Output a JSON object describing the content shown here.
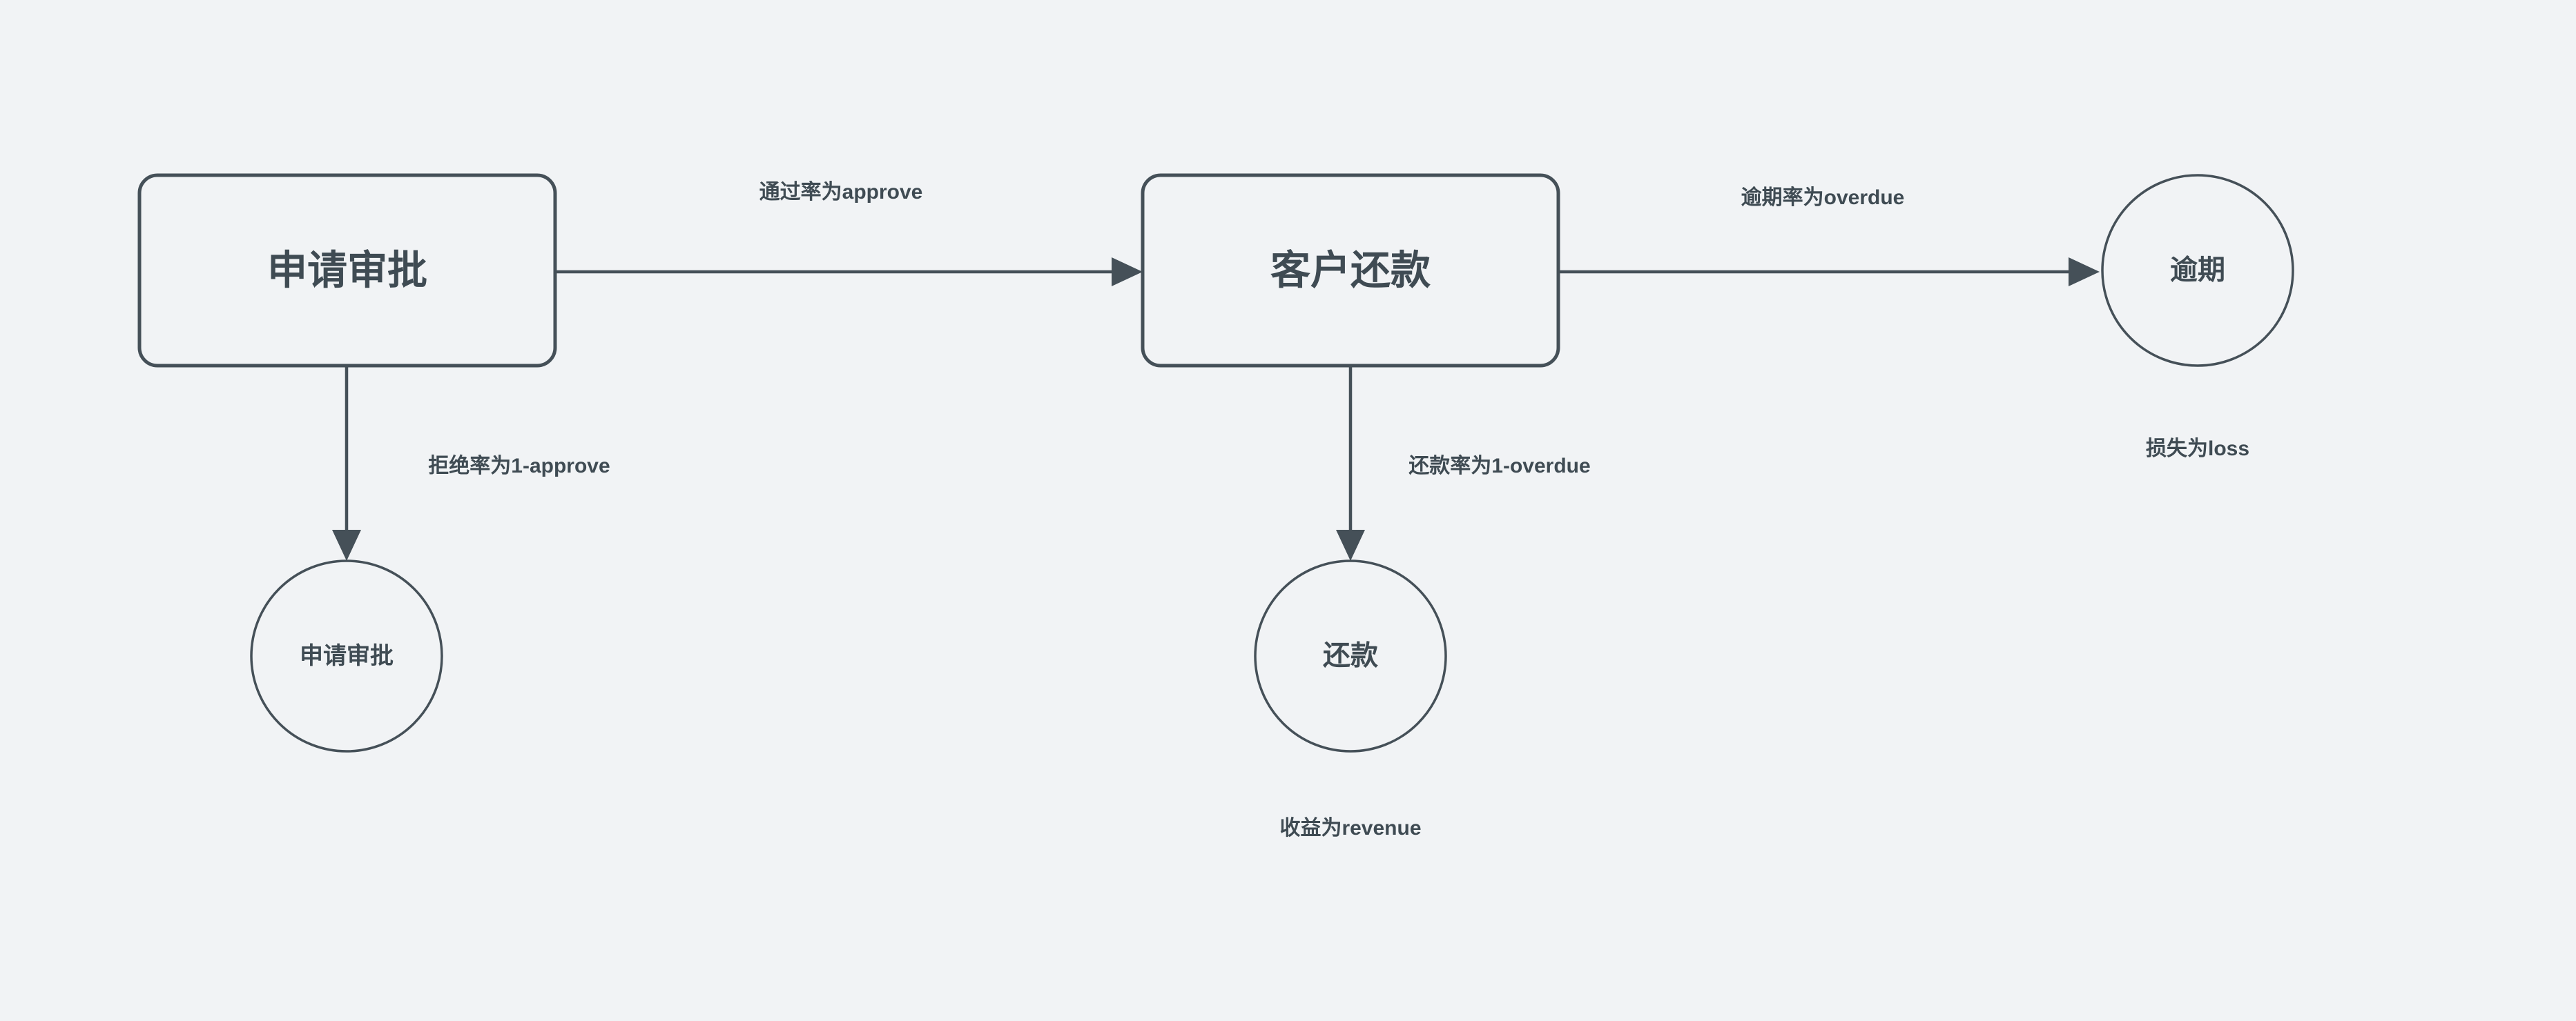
{
  "diagram": {
    "background_color": "#f1f3f5",
    "stroke_color": "#455058",
    "text_color": "#3f4b53",
    "nodes": [
      {
        "id": "apply-review",
        "label": "申请审批",
        "shape": "rounded-rect"
      },
      {
        "id": "customer-repay",
        "label": "客户还款",
        "shape": "rounded-rect"
      },
      {
        "id": "apply-review-end",
        "label": "申请审批",
        "shape": "circle"
      },
      {
        "id": "repayment-end",
        "label": "还款",
        "shape": "circle"
      },
      {
        "id": "overdue-end",
        "label": "逾期",
        "shape": "circle"
      }
    ],
    "edges": [
      {
        "id": "approve-edge",
        "from": "apply-review",
        "to": "customer-repay",
        "label": "通过率为approve"
      },
      {
        "id": "reject-edge",
        "from": "apply-review",
        "to": "apply-review-end",
        "label": "拒绝率为1-approve"
      },
      {
        "id": "overdue-edge",
        "from": "customer-repay",
        "to": "overdue-end",
        "label": "逾期率为overdue"
      },
      {
        "id": "repay-edge",
        "from": "customer-repay",
        "to": "repayment-end",
        "label": "还款率为1-overdue"
      }
    ],
    "captions": [
      {
        "id": "loss-caption",
        "for": "overdue-end",
        "label": "损失为loss"
      },
      {
        "id": "revenue-caption",
        "for": "repayment-end",
        "label": "收益为revenue"
      }
    ]
  }
}
